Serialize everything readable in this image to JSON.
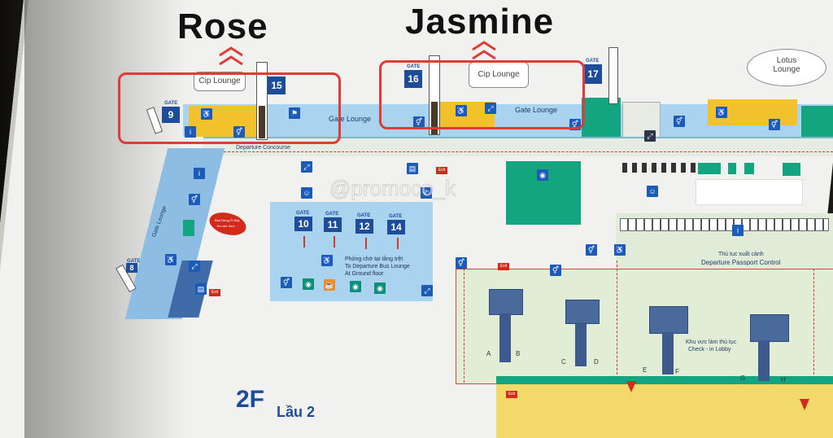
{
  "annotations": {
    "rose": "Rose",
    "jasmine": "Jasmine"
  },
  "map": {
    "floor_label": "2F",
    "floor_label_vi": "Lầu 2",
    "watermark": "@promoco_k",
    "departure_concourse": "Departure Concourse",
    "gate_lounge_left": "Gate Lounge",
    "gate_lounge_right": "Gate Lounge",
    "gate_lounge_vertical": "Gate Lounge",
    "cip_lounge_rose": "Cip Lounge",
    "cip_lounge_jasmine": "Cip Lounge",
    "lotus_lounge_1": "Lotus",
    "lotus_lounge_2": "Lounge",
    "gate_word": "GATE",
    "gates_top": [
      "9",
      "15",
      "16",
      "17"
    ],
    "gates_bus": [
      "10",
      "11",
      "12",
      "14"
    ],
    "gate_8": "8",
    "bus_lounge_lines": [
      "Phòng chờ tại tầng trệt",
      "To Departure Bus Lounge",
      "At Ground floor"
    ],
    "passport_vi": "Thủ tục xuất cảnh",
    "passport_en": "Departure Passport Control",
    "checkin_vi": "Khu vực làm thủ tục",
    "checkin_en": "Check - in Lobby",
    "you_are_here": [
      "Bạn Đang Ở Đây",
      "You are here"
    ],
    "exit_label": "Exit",
    "row_letters": [
      "A",
      "B",
      "C",
      "D",
      "E",
      "F",
      "G",
      "H"
    ]
  },
  "colors": {
    "annotation_red": "#e23a34",
    "gate_blue": "#1d4d9a",
    "lounge_light_blue": "#a9d3ef",
    "lounge_yellow": "#f2c22c",
    "green": "#12a57f",
    "board": "#f1f2ef"
  }
}
